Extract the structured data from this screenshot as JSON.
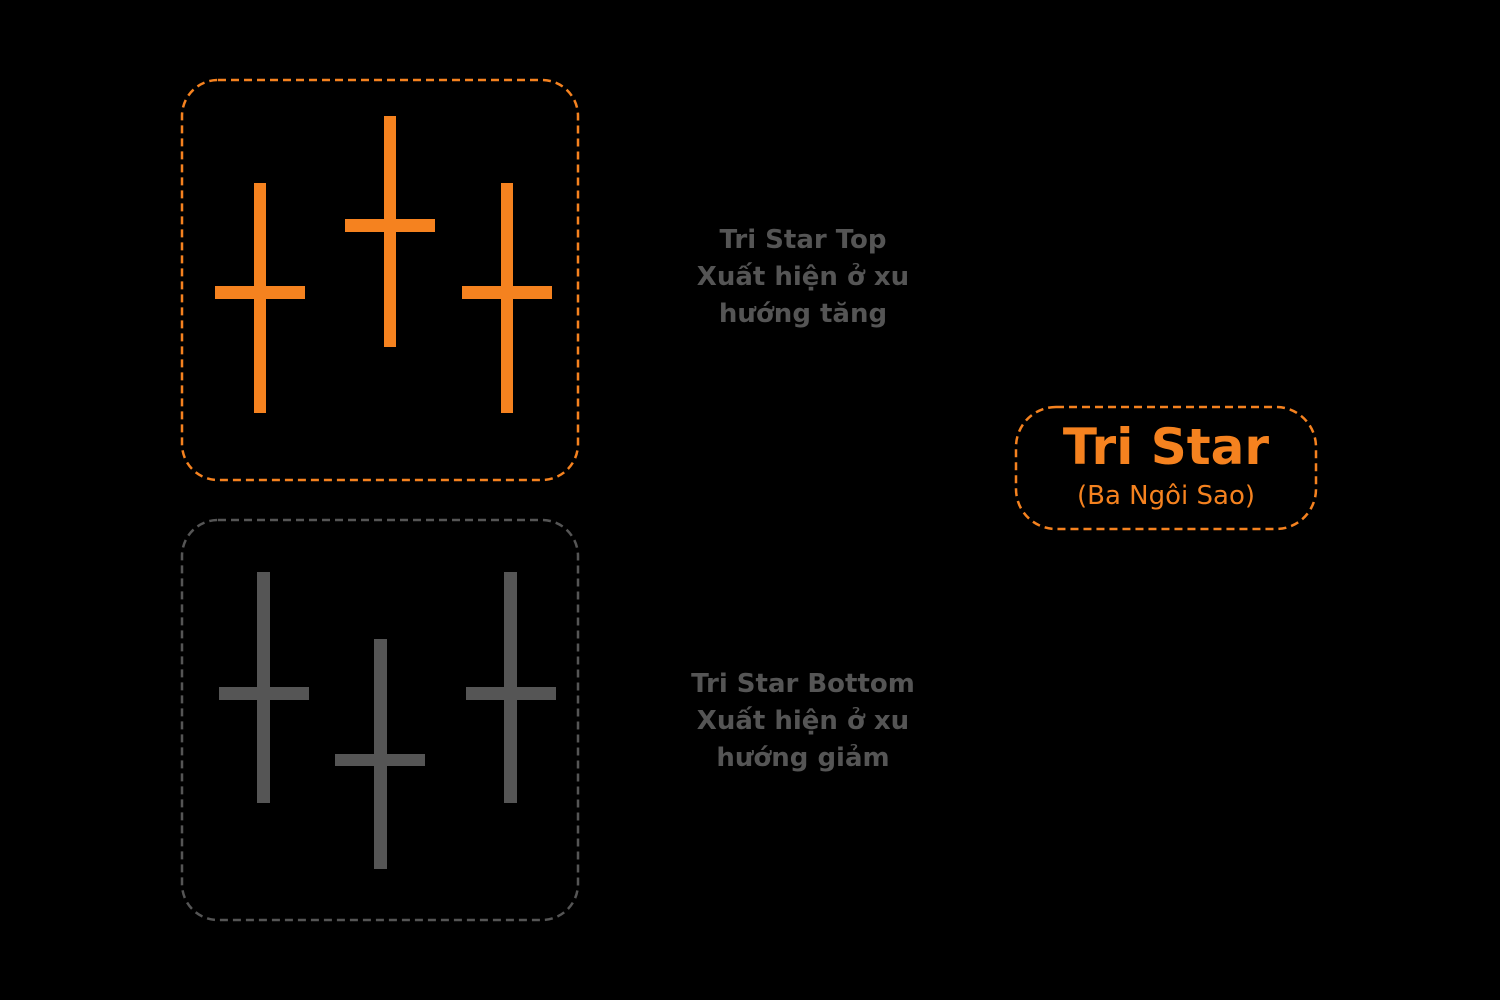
{
  "colors": {
    "accent": "#F5821F",
    "muted": "#555555",
    "background": "#000000"
  },
  "title": {
    "main": "Tri Star",
    "subtitle": "(Ba Ngôi Sao)"
  },
  "patterns": [
    {
      "name": "Tri Star Top",
      "caption_lines": [
        "Tri Star Top",
        "Xuất hiện ở xu",
        "hướng tăng"
      ],
      "candles": 3,
      "color": "#F5821F"
    },
    {
      "name": "Tri Star Bottom",
      "caption_lines": [
        "Tri Star Bottom",
        "Xuất hiện ở xu",
        "hướng giảm"
      ],
      "candles": 3,
      "color": "#555555"
    }
  ]
}
